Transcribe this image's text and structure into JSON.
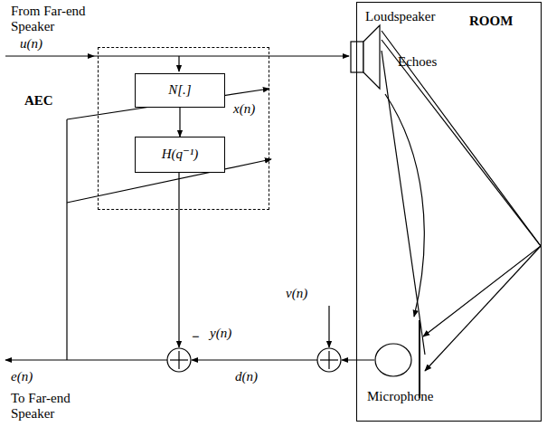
{
  "diagram": {
    "nodes": [
      {
        "text": [
          "AEC"
        ]
      },
      {
        "text": [
          "N[.]"
        ],
        "in": 0
      },
      {
        "text": [
          "H(q⁻¹)"
        ],
        "in": 0
      },
      {
        "text": [
          "ROOM"
        ]
      }
    ],
    "edges": [
      {
        "from": 1,
        "to": 2,
        "arrow": "to"
      }
    ],
    "labels": [
      "From Far-end Speaker",
      "u(n)",
      "Loudspeaker",
      "Echoes",
      "x(n)",
      "v(n)",
      "−",
      "y(n)",
      "e(n)",
      "d(n)",
      "Microphone",
      "To Far-end Speaker"
    ]
  }
}
